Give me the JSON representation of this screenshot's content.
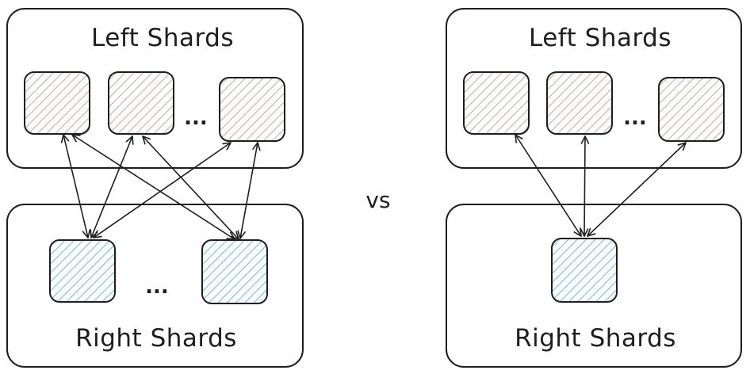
{
  "labels": {
    "left_title": "Left Shards",
    "right_title": "Right Shards",
    "vs": "vs",
    "ellipsis": "..."
  },
  "colors": {
    "stroke": "#1e1e1e",
    "left_shard_hatch": "#c9b4ae",
    "right_shard_hatch": "#7cc3ee"
  }
}
